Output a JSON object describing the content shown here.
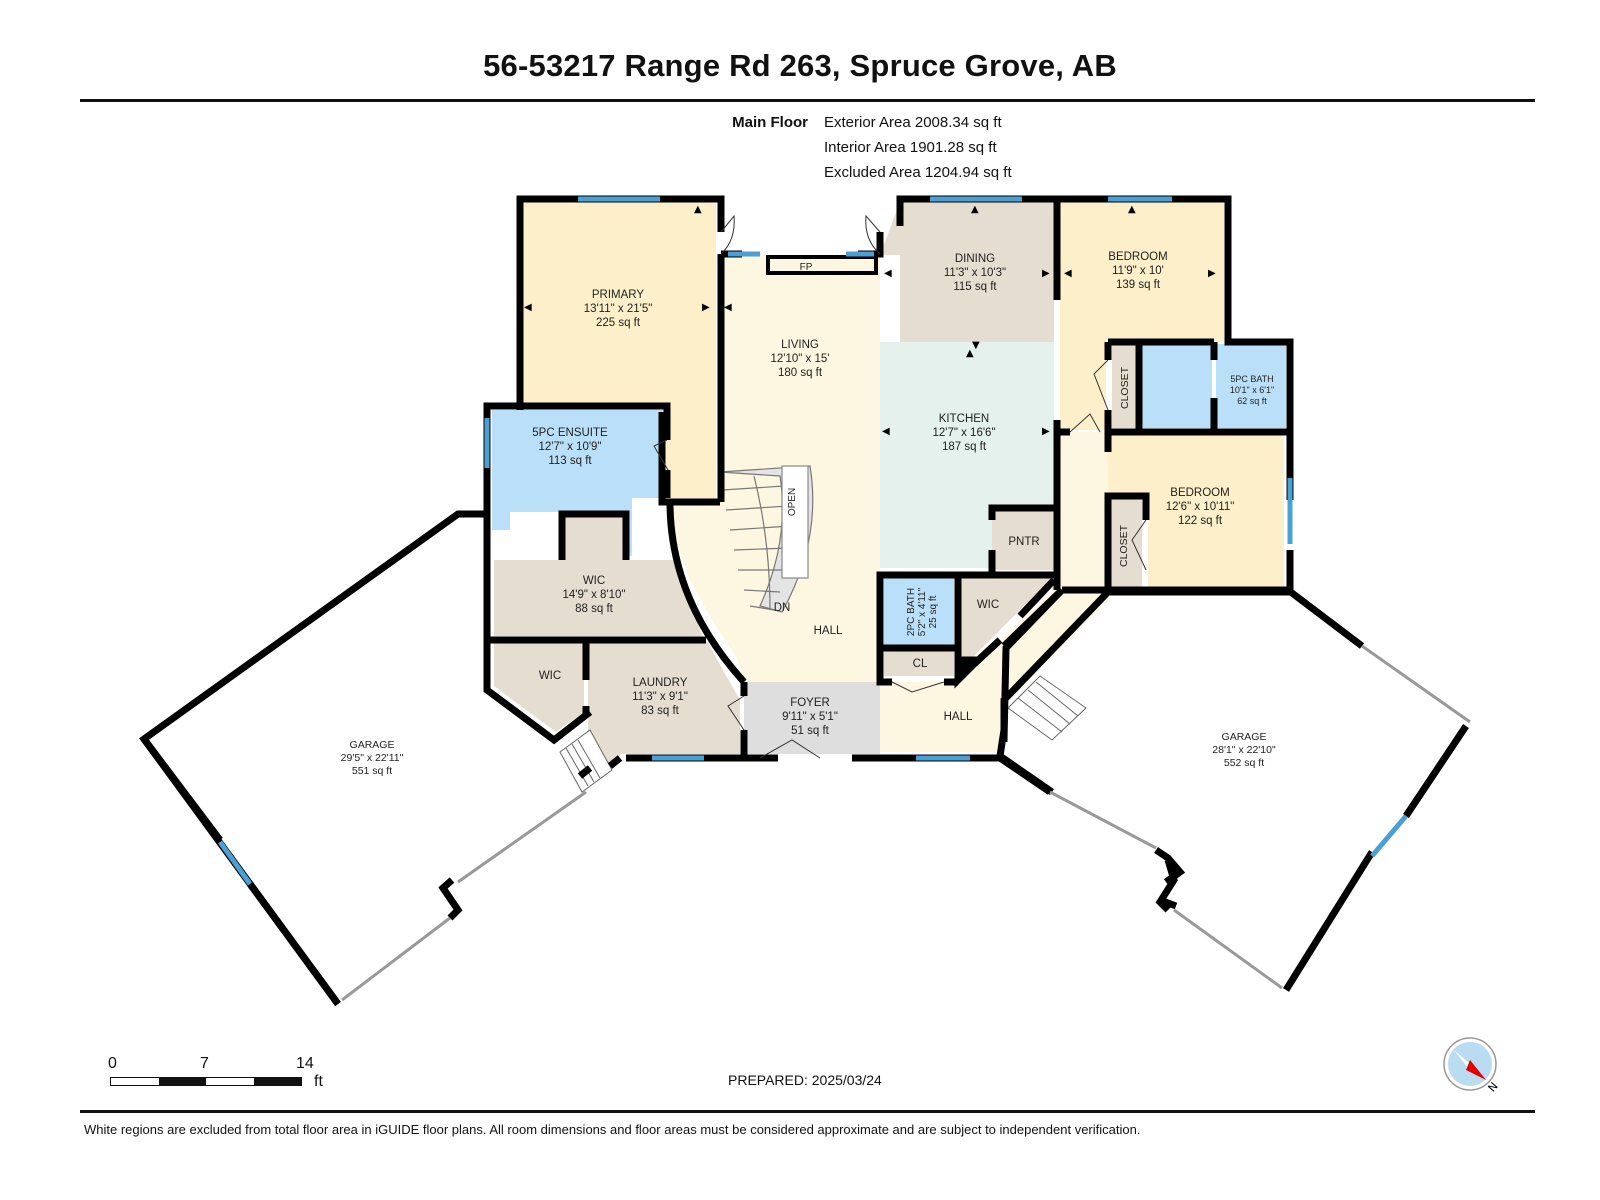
{
  "header": {
    "title": "56-53217 Range Rd 263, Spruce Grove, AB"
  },
  "floor_summary": {
    "floor_name": "Main Floor",
    "exterior_area": "Exterior Area 2008.34 sq ft",
    "interior_area": "Interior Area 1901.28 sq ft",
    "excluded_area": "Excluded Area 1204.94 sq ft"
  },
  "rooms": {
    "primary": {
      "name": "PRIMARY",
      "dims": "13'11\" x 21'5\"",
      "area": "225 sq ft"
    },
    "living": {
      "name": "LIVING",
      "dims": "12'10\" x 15'",
      "area": "180 sq ft"
    },
    "dining": {
      "name": "DINING",
      "dims": "11'3\" x 10'3\"",
      "area": "115 sq ft"
    },
    "bedroom_1": {
      "name": "BEDROOM",
      "dims": "11'9\" x 10'",
      "area": "139 sq ft"
    },
    "kitchen": {
      "name": "KITCHEN",
      "dims": "12'7\" x 16'6\"",
      "area": "187 sq ft"
    },
    "bath_5pc": {
      "name": "5PC BATH",
      "dims": "10'1\" x 6'1\"",
      "area": "62 sq ft"
    },
    "ensuite_5pc": {
      "name": "5PC ENSUITE",
      "dims": "12'7\" x 10'9\"",
      "area": "113 sq ft"
    },
    "bedroom_2": {
      "name": "BEDROOM",
      "dims": "12'6\" x 10'11\"",
      "area": "122 sq ft"
    },
    "wic_large": {
      "name": "WIC",
      "dims": "14'9\" x 8'10\"",
      "area": "88 sq ft"
    },
    "laundry": {
      "name": "LAUNDRY",
      "dims": "11'3\" x 9'1\"",
      "area": "83 sq ft"
    },
    "foyer": {
      "name": "FOYER",
      "dims": "9'11\" x 5'1\"",
      "area": "51 sq ft"
    },
    "bath_2pc": {
      "name": "2PC BATH",
      "dims": "5'2\" x 4'11\"",
      "area": "25 sq ft"
    },
    "garage_left": {
      "name": "GARAGE",
      "dims": "29'5\" x 22'11\"",
      "area": "551 sq ft"
    },
    "garage_right": {
      "name": "GARAGE",
      "dims": "28'1\" x 22'10\"",
      "area": "552 sq ft"
    }
  },
  "small_labels": {
    "fireplace": "FP",
    "open": "OPEN",
    "down": "DN",
    "hall_main": "HALL",
    "hall_east": "HALL",
    "closet_1": "CLOSET",
    "closet_2": "CLOSET",
    "pantry": "PNTR",
    "wic_small_west": "WIC",
    "wic_small_center": "WIC",
    "closet_cl": "CL"
  },
  "colors": {
    "bedroom": "#fcefc9",
    "living": "#fdf6e1",
    "dining": "#e6ddd1",
    "kitchen": "#e4f1ec",
    "bath": "#b9e0f8",
    "utility": "#e6ddd1",
    "foyer": "#dedede",
    "wall": "#000000",
    "window": "#4a9fd4"
  },
  "scale_bar": {
    "ticks": [
      "0",
      "7",
      "14"
    ],
    "unit": "ft"
  },
  "footer": {
    "prepared": "PREPARED: 2025/03/24",
    "compass_label": "N",
    "disclaimer": "White regions are excluded from total floor area in iGUIDE floor plans. All room dimensions and floor areas must be considered approximate and are subject to independent verification."
  }
}
